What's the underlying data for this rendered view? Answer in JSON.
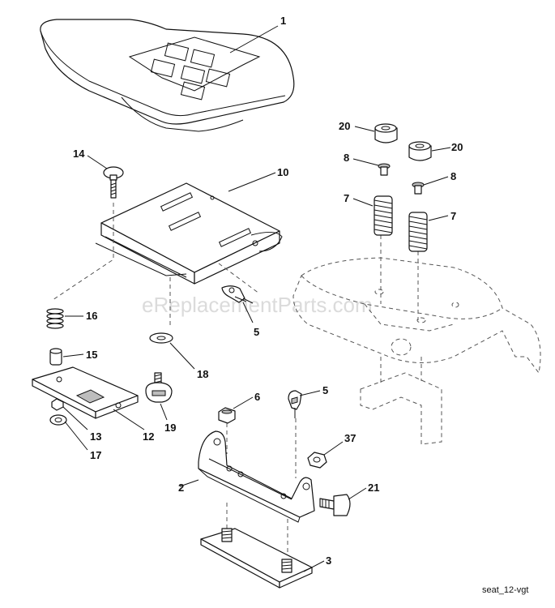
{
  "diagram": {
    "watermark": "eReplacementParts.com",
    "caption": "seat_12-vgt",
    "callouts": {
      "c1": "1",
      "c14": "14",
      "c10": "10",
      "c20a": "20",
      "c20b": "20",
      "c8a": "8",
      "c8b": "8",
      "c7a": "7",
      "c7b": "7",
      "c16": "16",
      "c5a": "5",
      "c15": "15",
      "c18": "18",
      "c13": "13",
      "c17": "17",
      "c12": "12",
      "c19": "19",
      "c6": "6",
      "c5b": "5",
      "c37": "37",
      "c2": "2",
      "c21": "21",
      "c3": "3"
    }
  }
}
